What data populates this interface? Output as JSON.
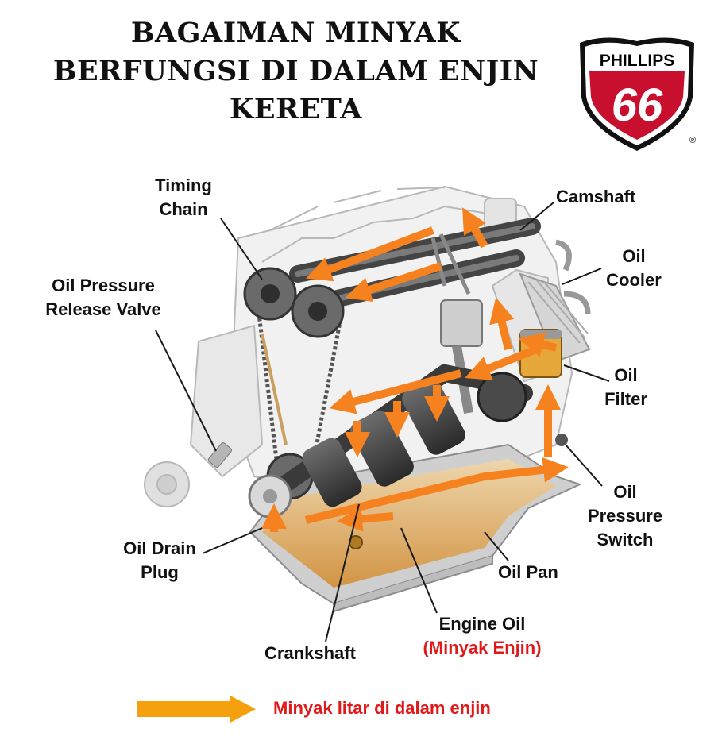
{
  "title": {
    "line1": "BAGAIMAN MINYAK",
    "line2": "BERFUNGSI DI DALAM ENJIN",
    "line3": "KERETA"
  },
  "logo": {
    "brand": "PHILLIPS",
    "number": "66",
    "mark": "®"
  },
  "labels": {
    "timing_chain": {
      "line1": "Timing",
      "line2": "Chain"
    },
    "camshaft": "Camshaft",
    "oil_cooler": {
      "line1": "Oil",
      "line2": "Cooler"
    },
    "oil_pressure_release_valve": {
      "line1": "Oil Pressure",
      "line2": "Release Valve"
    },
    "oil_filter": {
      "line1": "Oil",
      "line2": "Filter"
    },
    "oil_pressure_switch": {
      "line1": "Oil",
      "line2": "Pressure",
      "line3": "Switch"
    },
    "oil_drain_plug": {
      "line1": "Oil Drain",
      "line2": "Plug"
    },
    "oil_pan": "Oil Pan",
    "engine_oil": {
      "line1": "Engine Oil",
      "line2": "(Minyak Enjin)"
    },
    "crankshaft": "Crankshaft"
  },
  "legend": {
    "text": "Minyak litar di dalam enjin"
  },
  "colors": {
    "oil_flow": "#f5821f",
    "legend_arrow": "#f5a10f",
    "accent_red": "#e01a1a",
    "logo_red": "#c8102e"
  }
}
